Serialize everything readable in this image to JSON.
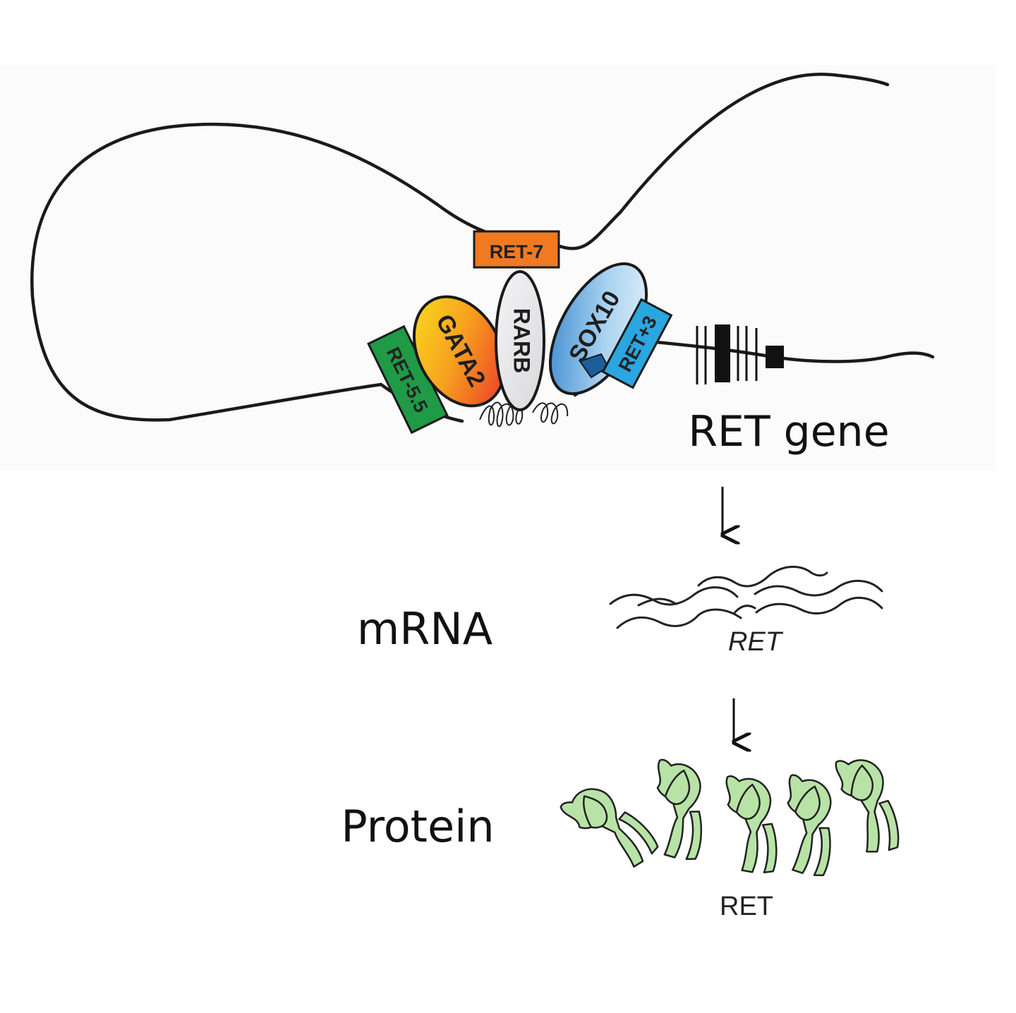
{
  "enhancers": {
    "ret_minus7": "RET-7",
    "ret_minus5_5": "RET-5.5",
    "ret_plus3": "RET+3"
  },
  "factors": {
    "gata2": "GATA2",
    "rarb": "RARB",
    "sox10": "SOX10"
  },
  "labels": {
    "gene": "RET gene",
    "mrna": "mRNA",
    "protein": "Protein",
    "mrna_name": "RET",
    "protein_name": "RET"
  },
  "colors": {
    "ret_minus7": "#f07a22",
    "ret_minus5_5": "#1f9a46",
    "ret_plus3": "#2aa6e0",
    "gata2_top": "#f9e21e",
    "gata2_bottom": "#ef5a26",
    "rarb": "#e8e8ea",
    "sox10_light": "#e9f3fb",
    "sox10_dark": "#2c86cf",
    "protein_fill": "#b8e3a6",
    "dna": "#1a1a1a"
  }
}
